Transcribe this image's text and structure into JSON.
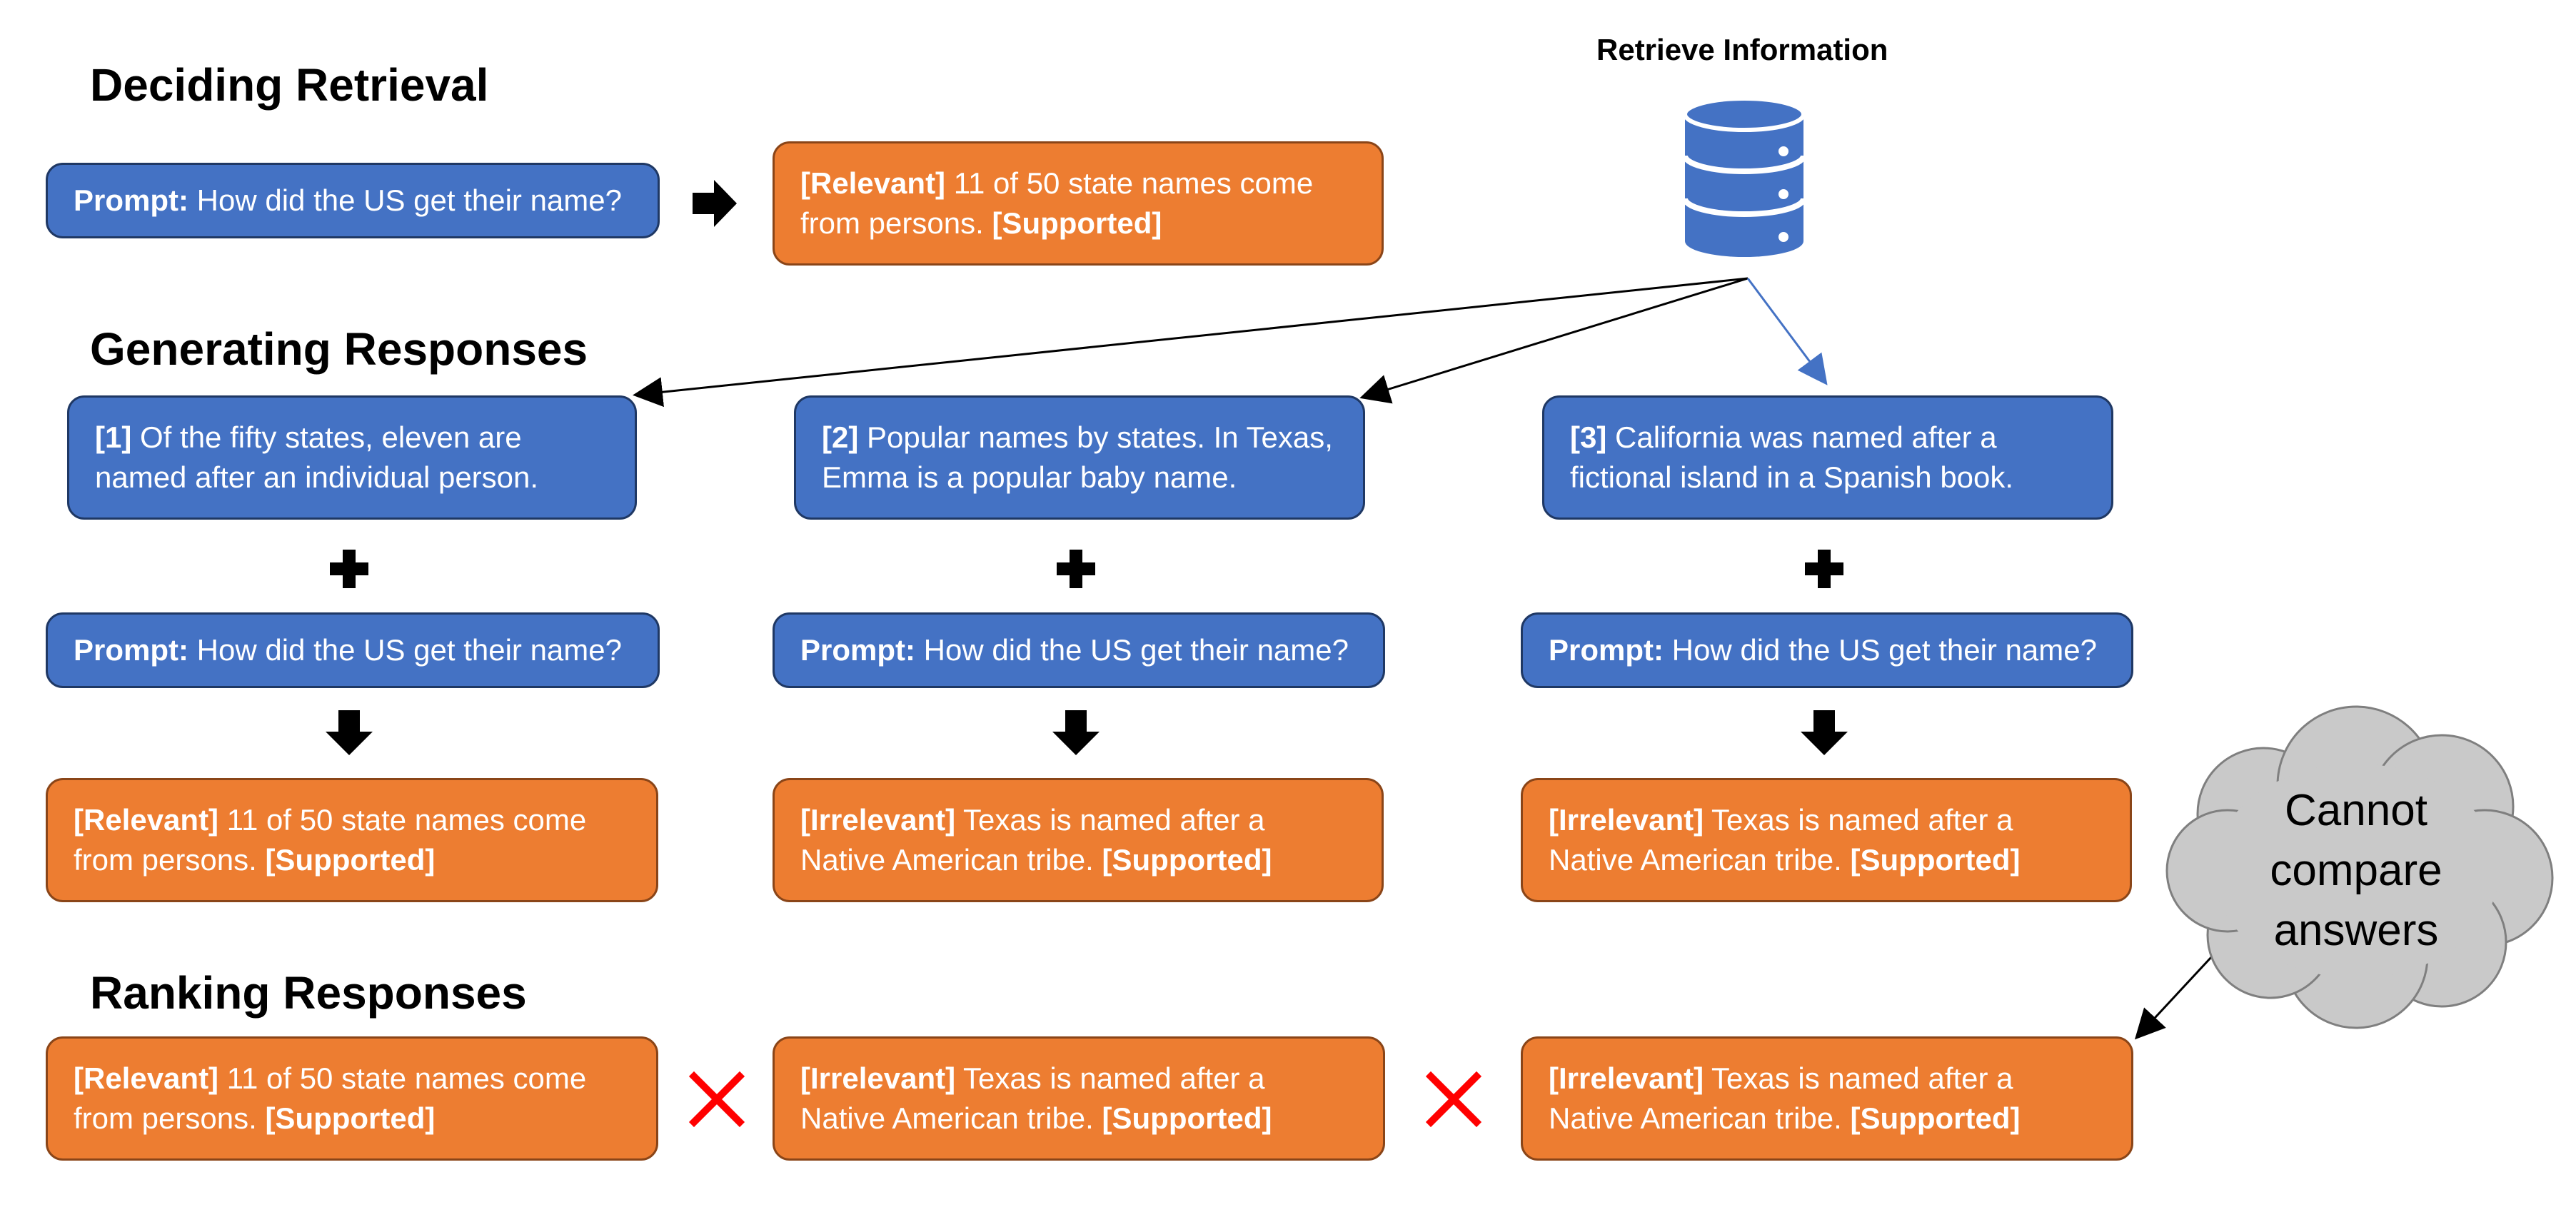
{
  "headings": {
    "deciding": "Deciding Retrieval",
    "generating": "Generating Responses",
    "ranking": "Ranking Responses"
  },
  "retrieve_label": "Retrieve Information",
  "prompt": {
    "label": "Prompt:",
    "text": " How did the US get their name?"
  },
  "deciding_response": {
    "tag": "[Relevant]",
    "text": " 11 of 50 state names come\nfrom persons. ",
    "support": "[Supported]"
  },
  "passages": [
    {
      "tag": "[1]",
      "text": " Of the fifty states, eleven are\nnamed after an individual person."
    },
    {
      "tag": "[2]",
      "text": " Popular names by states. In Texas,\nEmma is a popular baby name."
    },
    {
      "tag": "[3]",
      "text": " California was named after a\nfictional island in a Spanish book."
    }
  ],
  "responses": [
    {
      "tag": "[Relevant]",
      "text": " 11 of 50 state names come\nfrom persons. ",
      "support": "[Supported]"
    },
    {
      "tag": "[Irrelevant]",
      "text": " Texas is named after a\nNative American tribe. ",
      "support": "[Supported]"
    },
    {
      "tag": "[Irrelevant]",
      "text": " Texas is named after a\nNative American tribe. ",
      "support": "[Supported]"
    }
  ],
  "ranking": [
    {
      "tag": "[Relevant]",
      "text": " 11 of 50 state names come\nfrom persons. ",
      "support": "[Supported]"
    },
    {
      "tag": "[Irrelevant]",
      "text": " Texas is named after a\nNative American tribe. ",
      "support": "[Supported]"
    },
    {
      "tag": "[Irrelevant]",
      "text": " Texas is named after a\nNative American tribe. ",
      "support": "[Supported]"
    }
  ],
  "cloud_text": "Cannot\ncompare\nanswers",
  "colors": {
    "blue": "#4472c4",
    "orange": "#ed7d31",
    "cross": "#ff0000",
    "cloud": "#c9c9c9"
  }
}
